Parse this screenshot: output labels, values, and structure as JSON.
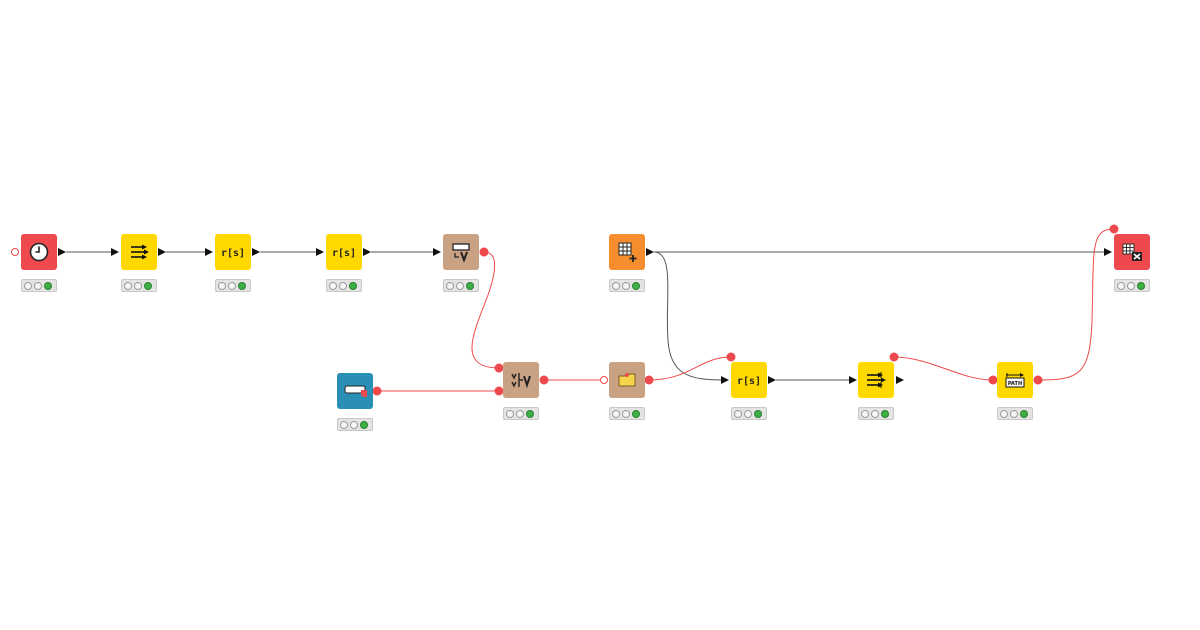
{
  "colors": {
    "red": "#ee4a4d",
    "yellow": "#ffd800",
    "tan": "#c9a183",
    "orange": "#f68d2e",
    "teal": "#2a8fb5",
    "connection_data": "#555555",
    "connection_flow": "#ee4a4d",
    "status_green": "#3cb043"
  },
  "nodes": [
    {
      "id": "n1",
      "icon": "clock-icon",
      "color": "red"
    },
    {
      "id": "n2",
      "icon": "column-filter-icon",
      "color": "yellow"
    },
    {
      "id": "n3",
      "icon": "regex-icon",
      "color": "yellow",
      "glyph": "r[s]"
    },
    {
      "id": "n4",
      "icon": "regex-icon",
      "color": "yellow",
      "glyph": "r[s]"
    },
    {
      "id": "n5",
      "icon": "table-to-variable-icon",
      "color": "tan"
    },
    {
      "id": "n6",
      "icon": "grid-plus-icon",
      "color": "orange"
    },
    {
      "id": "n7",
      "icon": "table-delete-icon",
      "color": "red"
    },
    {
      "id": "n8",
      "icon": "string-widget-icon",
      "color": "teal"
    },
    {
      "id": "n9",
      "icon": "merge-variables-icon",
      "color": "tan"
    },
    {
      "id": "n10",
      "icon": "folder-variable-icon",
      "color": "tan"
    },
    {
      "id": "n11",
      "icon": "regex-icon",
      "color": "yellow",
      "glyph": "r[s]"
    },
    {
      "id": "n12",
      "icon": "column-filter-icon",
      "color": "yellow"
    },
    {
      "id": "n13",
      "icon": "path-icon",
      "color": "yellow",
      "glyph": "PATH"
    }
  ]
}
